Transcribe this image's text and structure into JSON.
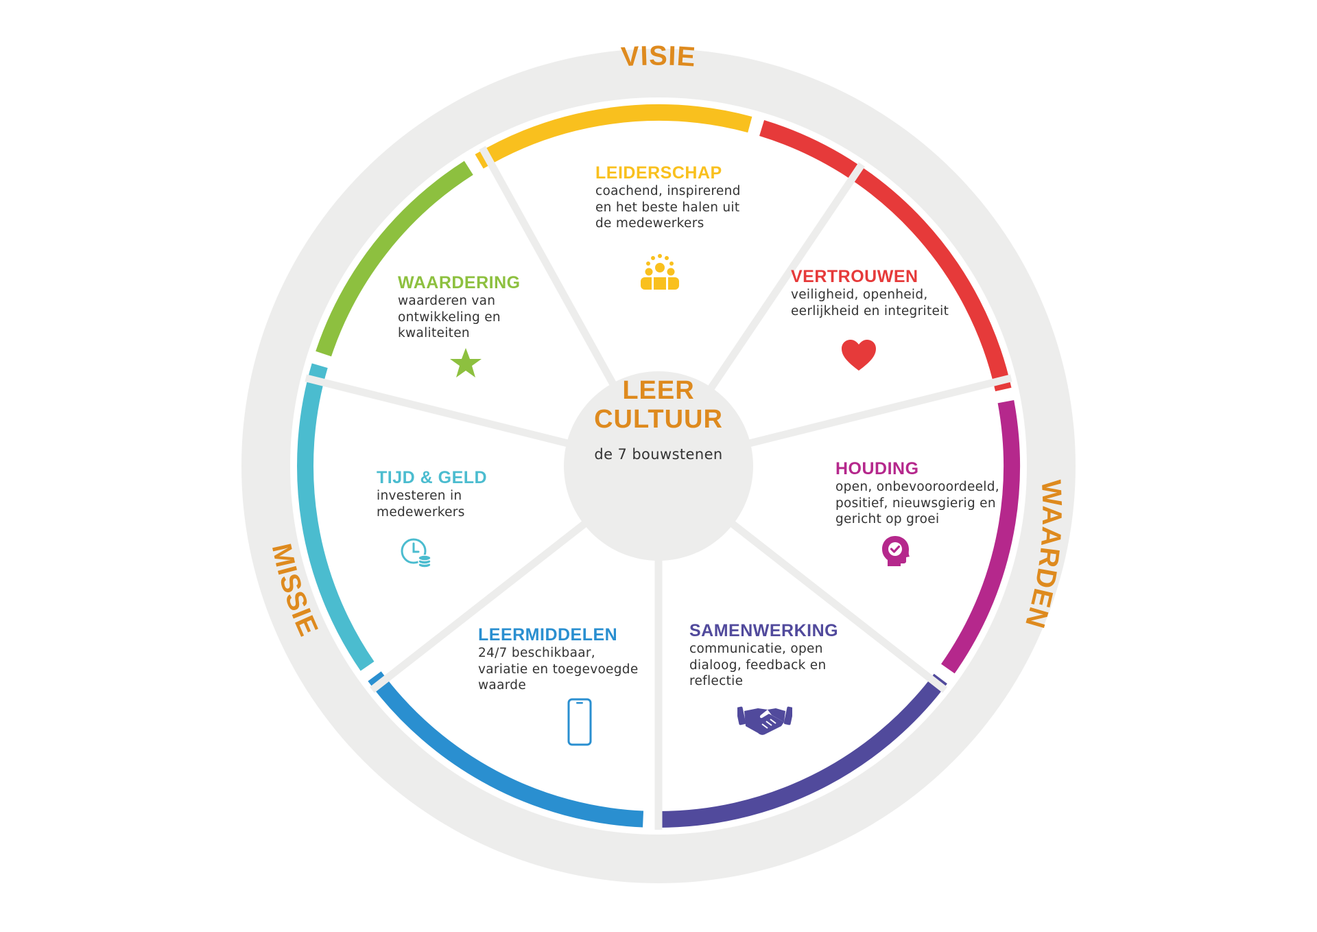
{
  "outer_labels": {
    "top": "VISIE",
    "right": "WAARDEN",
    "left": "MISSIE",
    "color": "#DE8A1E"
  },
  "center": {
    "title_line1": "LEER",
    "title_line2": "CULTUUR",
    "subtitle": "de 7 bouwstenen"
  },
  "segments": {
    "leiderschap": {
      "title": "LEIDERSCHAP",
      "description": "coachend, inspirerend\nen het beste halen uit\nde medewerkers",
      "color": "#F9C01E",
      "icon": "team-icon"
    },
    "vertrouwen": {
      "title": "VERTROUWEN",
      "description": "veiligheid, openheid,\neerlijkheid en integriteit",
      "color": "#E63A3A",
      "icon": "heart-icon"
    },
    "houding": {
      "title": "HOUDING",
      "description": "open, onbevooroordeeld,\npositief, nieuwsgierig en\ngericht op groei",
      "color": "#B5288C",
      "icon": "head-check-icon"
    },
    "samenwerking": {
      "title": "SAMENWERKING",
      "description": "communicatie, open\ndialoog, feedback en\nreflectie",
      "color": "#514A9C",
      "icon": "handshake-icon"
    },
    "leermiddelen": {
      "title": "LEERMIDDELEN",
      "description": "24/7 beschikbaar,\nvariatie en toegevoegde\nwaarde",
      "color": "#2A8FD0",
      "icon": "smartphone-icon"
    },
    "tijd_geld": {
      "title": "TIJD & GELD",
      "description": "investeren in\nmedewerkers",
      "color": "#4BBCCF",
      "icon": "clock-coins-icon"
    },
    "waardering": {
      "title": "WAARDERING",
      "description": "waarderen van\nontwikkeling en\nkwaliteiten",
      "color": "#8DC03F",
      "icon": "star-icon"
    }
  },
  "colors": {
    "ring_background": "#EDEDEC",
    "spoke": "#EDEDEC",
    "hub": "#EDEDEC"
  }
}
